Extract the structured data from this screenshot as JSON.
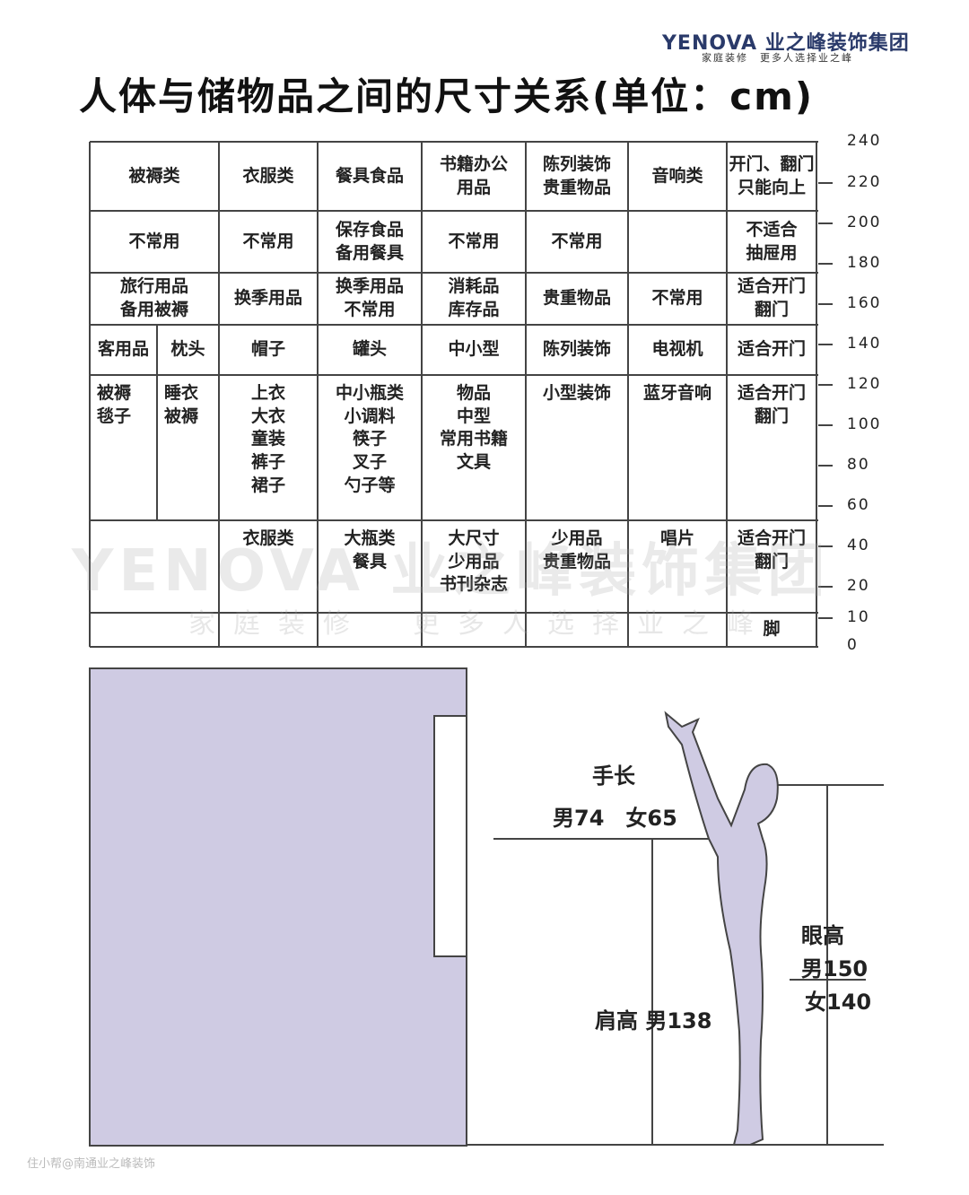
{
  "brand": {
    "logo": "YENOVA 业之峰装饰集团",
    "tagline": "家庭装修　更多人选择业之峰"
  },
  "title": "人体与储物品之间的尺寸关系(单位：cm)",
  "table": {
    "headers": [
      "被褥类",
      "衣服类",
      "餐具食品",
      "书籍办公\n用品",
      "陈列装饰\n贵重物品",
      "音响类",
      "开门、翻门\n只能向上"
    ],
    "rows": [
      [
        "不常用",
        "不常用",
        "保存食品\n备用餐具",
        "不常用",
        "不常用",
        "",
        "不适合\n抽屉用"
      ],
      [
        "旅行用品\n备用被褥",
        "换季用品",
        "换季用品\n不常用",
        "消耗品\n库存品",
        "贵重物品",
        "不常用",
        "适合开门\n翻门"
      ],
      [
        "客用品",
        "枕头",
        "帽子",
        "罐头",
        "中小型",
        "陈列装饰",
        "电视机",
        "适合开门"
      ],
      [
        "被褥\n毯子",
        "睡衣\n被褥",
        "上衣\n大衣\n童装\n裤子\n裙子",
        "中小瓶类\n小调料\n筷子\n叉子\n勺子等",
        "物品\n中型\n常用书籍\n文具",
        "小型装饰",
        "蓝牙音响",
        "适合开门\n翻门"
      ],
      [
        "",
        "衣服类",
        "大瓶类\n餐具",
        "大尺寸\n少用品\n书刊杂志",
        "少用品\n贵重物品",
        "唱片",
        "适合开门\n翻门"
      ],
      [
        "",
        "",
        "",
        "",
        "",
        "",
        "脚"
      ]
    ]
  },
  "scale": [
    "240",
    "220",
    "200",
    "180",
    "160",
    "140",
    "120",
    "100",
    "80",
    "60",
    "40",
    "20",
    "10",
    "0"
  ],
  "figure": {
    "arm": "手长",
    "arm_values": "男74　女65",
    "eye": "眼高",
    "eye_male": "男150",
    "eye_female": "女140",
    "shoulder": "肩高 男138"
  },
  "watermark": {
    "main": "YENOVA 业之峰装饰集团",
    "sub": "家庭装修　更多人选择业之峰"
  },
  "footer": "住小帮@南通业之峰装饰",
  "colors": {
    "cabinet": "#cfcbe3",
    "figure": "#cfcbe3",
    "line": "#444444"
  }
}
